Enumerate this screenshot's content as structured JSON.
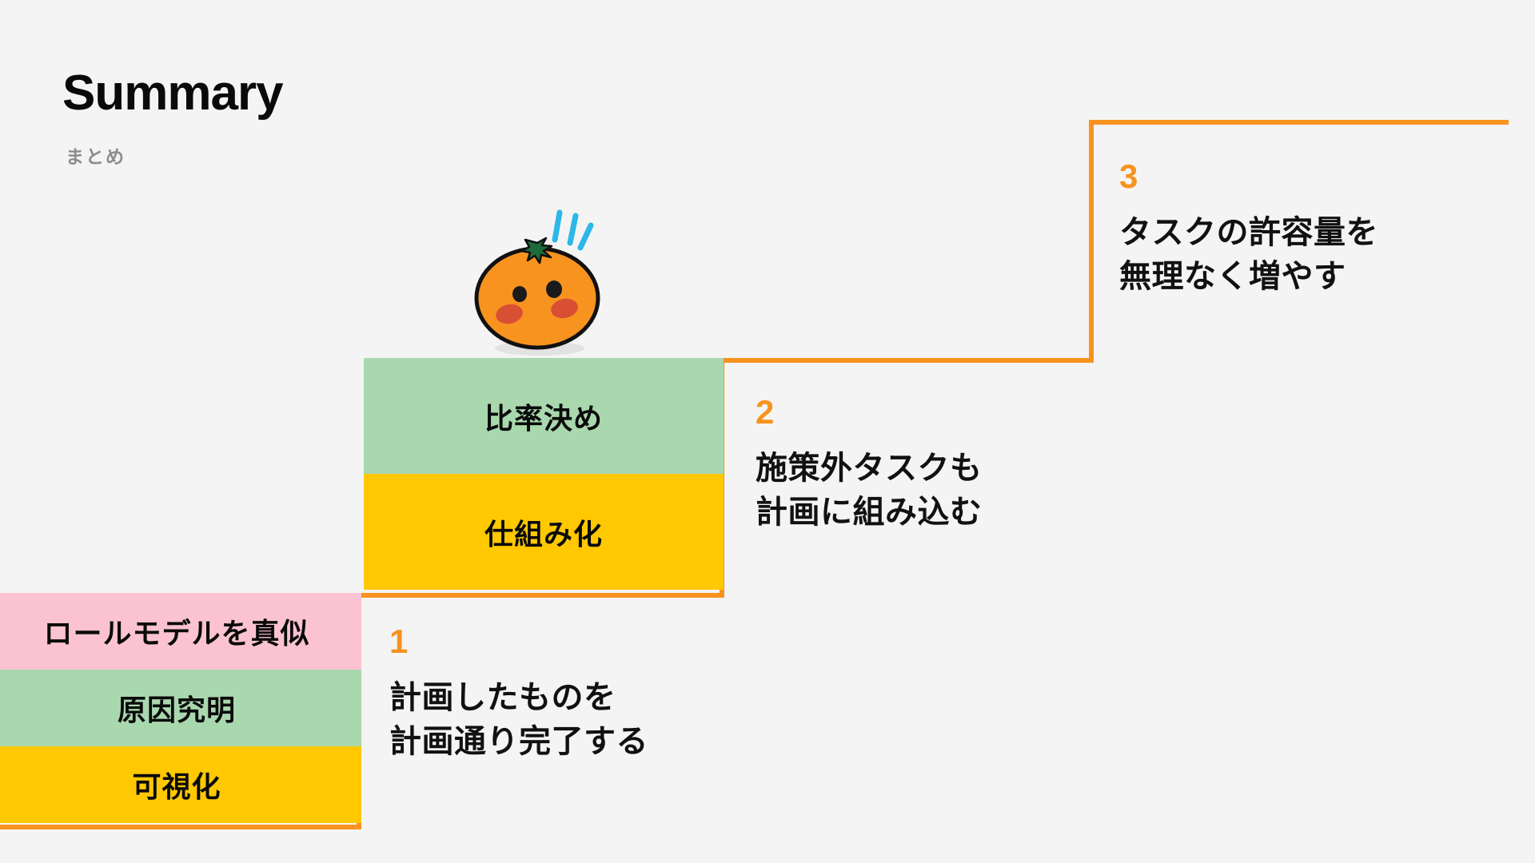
{
  "header": {
    "title": "Summary",
    "subtitle": "まとめ"
  },
  "colors": {
    "background": "#f4f4f4",
    "accent_orange": "#f7931e",
    "band_pink": "#fbc3d2",
    "band_green": "#a9d8ae",
    "band_yellow": "#ffc800",
    "text_dark": "#0a0a0a",
    "subtitle_grey": "#8c8c8c",
    "mascot_body": "#f89320",
    "mascot_outline": "#111111",
    "mascot_stem": "#1d6b3a",
    "mascot_cheek": "#d94f34",
    "sparkle_cyan": "#2cb7e8"
  },
  "stairs": [
    {
      "id": "stack-1",
      "bands": [
        {
          "label": "ロールモデルを真似",
          "color": "pink"
        },
        {
          "label": "原因究明",
          "color": "green"
        },
        {
          "label": "可視化",
          "color": "yellow"
        }
      ]
    },
    {
      "id": "stack-2",
      "bands": [
        {
          "label": "比率決め",
          "color": "green"
        },
        {
          "label": "仕組み化",
          "color": "yellow"
        }
      ]
    }
  ],
  "steps": [
    {
      "number": "1",
      "text": "計画したものを\n計画通り完了する"
    },
    {
      "number": "2",
      "text": "施策外タスクも\n計画に組み込む"
    },
    {
      "number": "3",
      "text": "タスクの許容量を\n無理なく増やす"
    }
  ],
  "mascot": {
    "name": "mandarin-orange-mascot",
    "expression": "surprised"
  }
}
